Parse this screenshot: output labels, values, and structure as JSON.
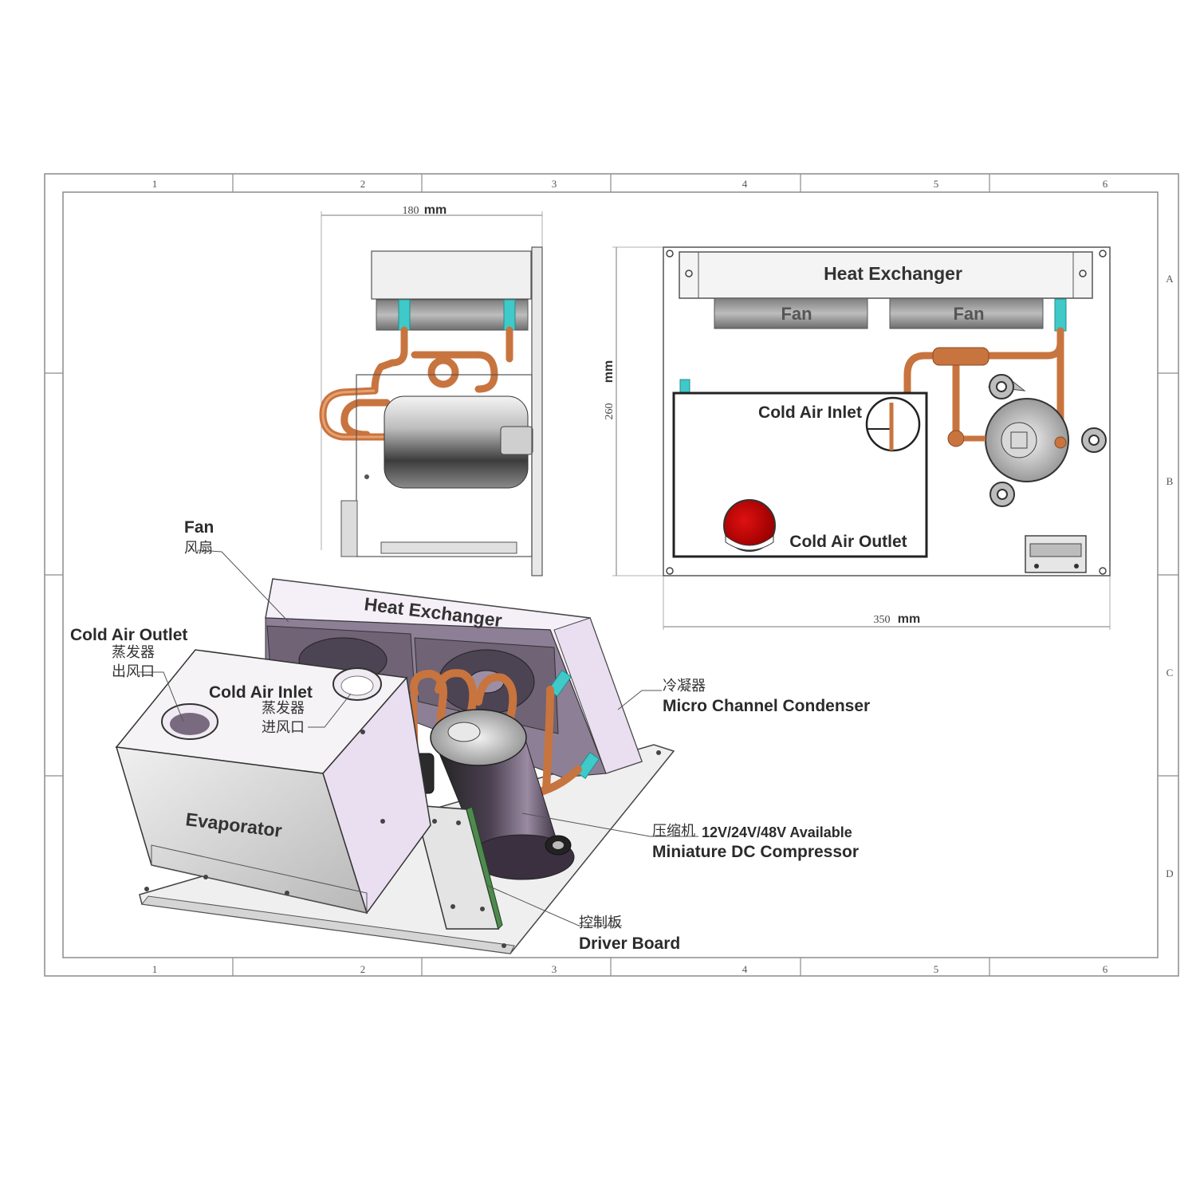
{
  "grid": {
    "columns": [
      "1",
      "2",
      "3",
      "4",
      "5",
      "6"
    ],
    "rows": [
      "A",
      "B",
      "C",
      "D"
    ]
  },
  "side_view": {
    "width_value": "180",
    "width_unit": "mm"
  },
  "top_view": {
    "heat_exchanger": "Heat Exchanger",
    "fan_left": "Fan",
    "fan_right": "Fan",
    "cold_air_inlet": "Cold Air Inlet",
    "cold_air_outlet": "Cold Air Outlet",
    "height_value": "260",
    "height_unit": "mm",
    "width_value": "350",
    "width_unit": "mm"
  },
  "iso_view": {
    "fan": "Fan",
    "fan_cn": "风扇",
    "cold_air_outlet": "Cold Air Outlet",
    "cold_air_outlet_cn_1": "蒸发器",
    "cold_air_outlet_cn_2": "出风口",
    "cold_air_inlet": "Cold Air Inlet",
    "cold_air_inlet_cn_1": "蒸发器",
    "cold_air_inlet_cn_2": "进风口",
    "heat_exchanger": "Heat Exchanger",
    "evaporator": "Evaporator",
    "condenser_cn": "冷凝器",
    "condenser": "Micro Channel Condenser",
    "compressor_cn": "压缩机",
    "compressor_voltage": "12V/24V/48V Available",
    "compressor": "Miniature DC Compressor",
    "driver_board_cn": "控制板",
    "driver_board": "Driver Board"
  },
  "colors": {
    "copper": "#c8743f",
    "cyan_fitting": "#3fc9c9",
    "outlet_red": "#cc0000",
    "frame": "#888888",
    "panel_lavender": "#e9dff0"
  }
}
